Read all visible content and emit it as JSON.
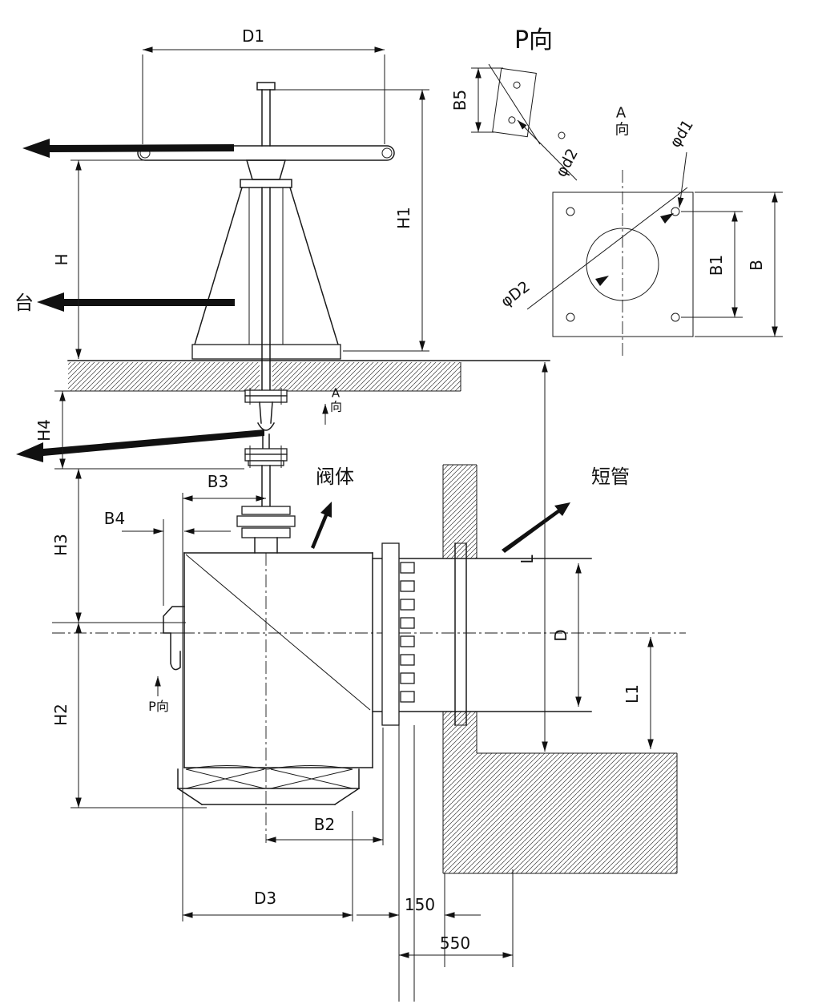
{
  "colors": {
    "line": "#1a1a1a",
    "background": "#ffffff"
  },
  "labels": {
    "platform": "台",
    "valve_body": "阀体",
    "short_pipe": "短管",
    "p_view_title": "P向",
    "a_view_label": "A向",
    "a_view_small": "A向",
    "p_view_small": "P向"
  },
  "dimensions": {
    "d1": "D1",
    "h": "H",
    "h1": "H1",
    "h4": "H4",
    "h3": "H3",
    "h2": "H2",
    "b3": "B3",
    "b4": "B4",
    "b2": "B2",
    "d3": "D3",
    "n150": "150",
    "n550": "550",
    "l": "L",
    "d": "D",
    "l1": "L1",
    "b5": "B5",
    "b1": "B1",
    "b": "B",
    "phi_d2": "φd2",
    "phi_d1": "φd1",
    "phi_D2": "φD2"
  }
}
